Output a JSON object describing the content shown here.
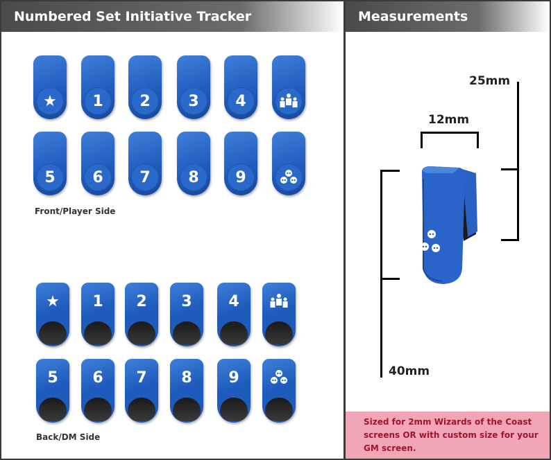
{
  "left_panel": {
    "title": "Numbered Set Initiative Tracker",
    "front_label": "Front/Player Side",
    "back_label": "Back/DM Side",
    "front_row1": [
      "★",
      "1",
      "2",
      "3",
      "4",
      "group-icon"
    ],
    "front_row2": [
      "5",
      "6",
      "7",
      "8",
      "9",
      "skulls-icon"
    ],
    "back_row1": [
      "★",
      "1",
      "2",
      "3",
      "4",
      "group-icon"
    ],
    "back_row2": [
      "5",
      "6",
      "7",
      "8",
      "9",
      "skulls-icon"
    ]
  },
  "right_panel": {
    "title": "Measurements",
    "width_label": "12mm",
    "depth_label": "25mm",
    "height_label": "40mm",
    "note": "Sized for 2mm Wizards of the Coast screens OR with custom size for your GM screen."
  },
  "colors": {
    "token_blue": "#1f5bbd",
    "header_gray": "#4a4a4a",
    "note_bg": "#f0a6b6",
    "note_text": "#a0142d"
  }
}
